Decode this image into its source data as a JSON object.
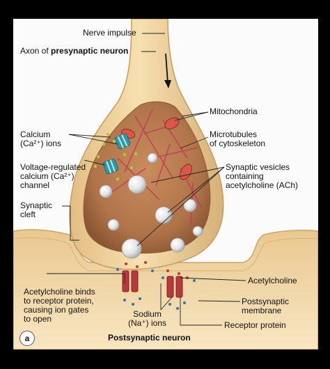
{
  "labels": {
    "nerve_impulse": "Nerve impulse",
    "axon_prefix": "Axon of ",
    "axon_bold": "presynaptic neuron",
    "mitochondria": "Mitochondria",
    "microtubules": [
      "Microtubules",
      "of cytoskeleton"
    ],
    "calcium_ions": [
      "Calcium",
      "(Ca²⁺) ions"
    ],
    "channel": [
      "Voltage-regulated",
      "calcium (Ca²⁺)",
      "channel"
    ],
    "vesicles": [
      "Synaptic vesicles",
      "containing",
      "acetylcholine (ACh)"
    ],
    "cleft": [
      "Synaptic",
      "cleft"
    ],
    "acetylcholine": "Acetylcholine",
    "postsynaptic_membrane": [
      "Postsynaptic",
      "membrane"
    ],
    "binds": [
      "Acetylcholine binds",
      "to receptor protein,",
      "causing ion gates",
      "to open"
    ],
    "sodium": [
      "Sodium",
      "(Na⁺) ions"
    ],
    "receptor": "Receptor protein",
    "postsynaptic_neuron": "Postsynaptic neuron",
    "panel_letter": "a"
  },
  "colors": {
    "background": "#000000",
    "panel": "#fbfbfb",
    "membrane": "#f3d9a4",
    "membrane_edge": "#cfa970",
    "cytoplasm": "#b77a4e",
    "vesicle": "#eeeeee",
    "channel": "#3aa6ad",
    "receptor": "#b8393d",
    "calcium_dot": "#b9c94b",
    "sodium_dot": "#3a6fb5",
    "ach_dot": "#c0392b"
  }
}
